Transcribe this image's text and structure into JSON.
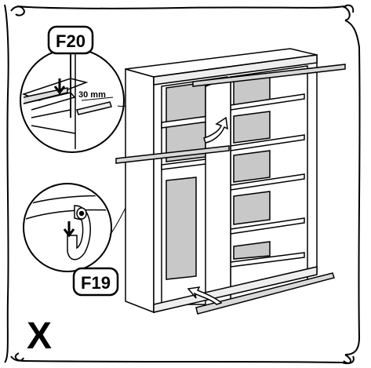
{
  "callouts": {
    "top": "F20",
    "bottom": "F19"
  },
  "measurement": {
    "value": "30 mm"
  },
  "step": {
    "letter": "X"
  },
  "colors": {
    "panel_fill": "#c8c8c8",
    "line": "#000000",
    "background": "#ffffff",
    "rail": "#d9d9d9"
  }
}
